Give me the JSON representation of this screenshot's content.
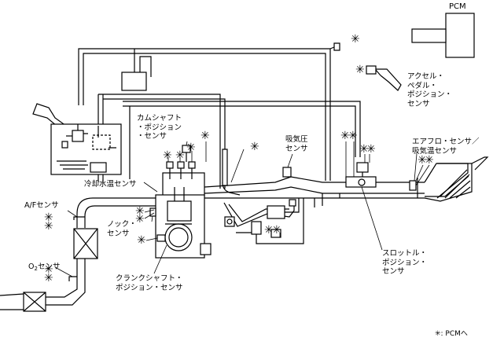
{
  "labels": {
    "pcm": "PCM",
    "accel": "アクセル・\nペダル・\nポジション・\nセンサ",
    "cam": "カムシャフト\n・ポジション\n・センサ",
    "map": "吸気圧\nセンサ",
    "airflow": "エアフロ・センサ／\n吸気温センサ",
    "coolant": "冷却水温センサ",
    "af": "A/Fセンサ",
    "knock": "ノック・\nセンサ",
    "o2_pre": "O",
    "o2_sub": "2",
    "o2_post": "センサ",
    "throttle": "スロットル・\nポジション・\nセンサ",
    "crank": "クランクシャフト・\nポジション・センサ",
    "star_mark": "✳",
    "legend": "✳: PCMへ"
  }
}
